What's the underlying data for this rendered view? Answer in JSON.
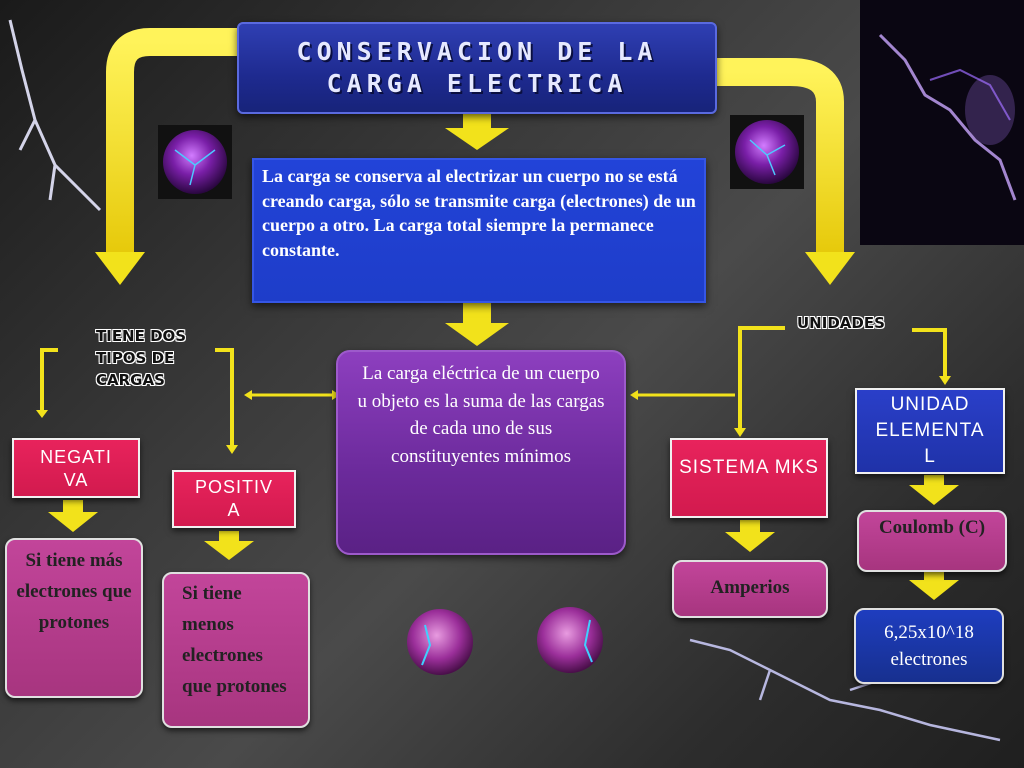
{
  "title": "CONSERVACION DE LA CARGA ELECTRICA",
  "definition": "La carga se conserva al electrizar un cuerpo no se está creando carga, sólo se transmite carga (electrones) de un cuerpo a otro. La carga total siempre la permanece constante.",
  "central": "La carga eléctrica de un cuerpo u objeto es la suma de las cargas de cada uno de sus constituyentes mínimos",
  "left_branch": {
    "label": "TIENE DOS TIPOS DE CARGAS",
    "negative": {
      "label": "NEGATIVA",
      "line1": "NEGATI",
      "line2": "VA",
      "description": "Si tiene más electrones que protones"
    },
    "positive": {
      "label": "POSITIVA",
      "line1": "POSITIV",
      "line2": "A",
      "description": "Si tiene menos electrones que protones"
    }
  },
  "right_branch": {
    "label": "UNIDADES",
    "mks": {
      "label": "SISTEMA MKS",
      "unit": "Amperios"
    },
    "elemental": {
      "label": "UNIDAD ELEMENTAL",
      "line1": "UNIDAD",
      "line2": "ELEMENTA",
      "line3": "L",
      "unit": "Coulomb (C)",
      "value": "6,25x10^18 electrones"
    }
  },
  "colors": {
    "arrow": "#f2e21b",
    "title_bg": "#1e2a8f",
    "definition_bg": "#2243d8",
    "central_bg": "#7a33ad",
    "red_box": "#e01f55",
    "pink_box": "#b33c8c",
    "units_bg": "#1e3dbf"
  }
}
